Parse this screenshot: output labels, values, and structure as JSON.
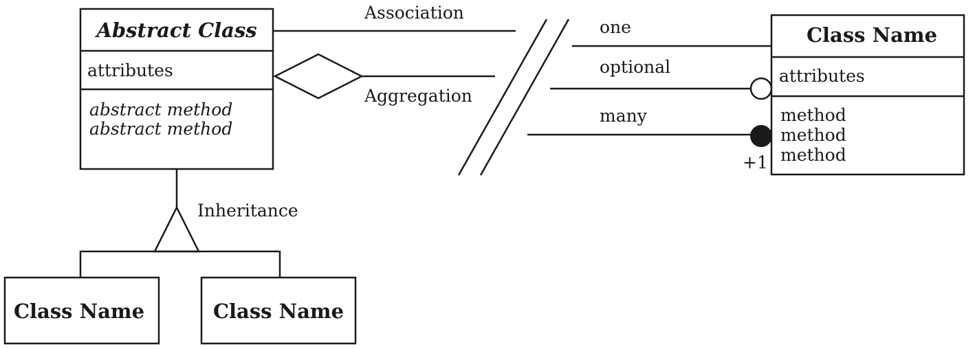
{
  "abstract_class": {
    "name": "Abstract Class",
    "attributes": "attributes",
    "methods": [
      "abstract method",
      "abstract method"
    ]
  },
  "class_right": {
    "name": "Class Name",
    "attributes": "attributes",
    "methods": [
      "method",
      "method",
      "method"
    ]
  },
  "subclasses": [
    {
      "name": "Class Name"
    },
    {
      "name": "Class Name"
    }
  ],
  "relations": {
    "association": "Association",
    "aggregation": "Aggregation",
    "inheritance": "Inheritance"
  },
  "multiplicity": {
    "one": "one",
    "optional": "optional",
    "many": "many",
    "plus_one": "+1"
  }
}
